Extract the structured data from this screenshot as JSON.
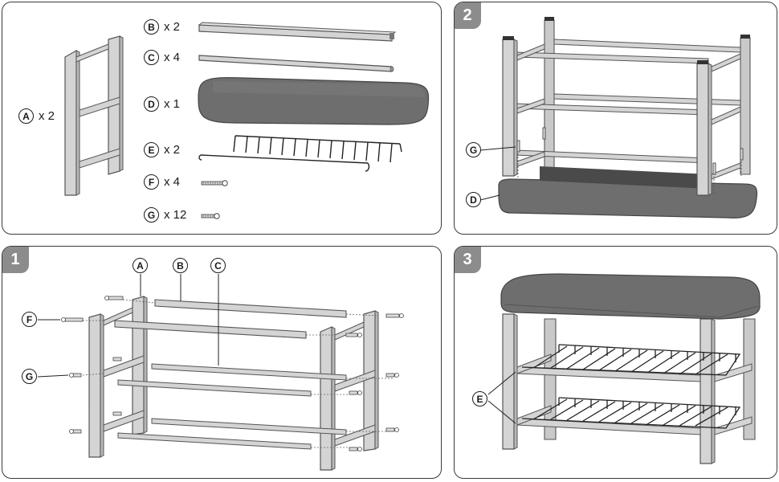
{
  "colors": {
    "frame": "#d4d4d4",
    "frame_dark": "#b8b8b8",
    "cushion": "#6e6e6e",
    "cushion_top": "#7a7a7a",
    "badge": "#8c8c8c",
    "wire": "#222222"
  },
  "parts_panel": {
    "parts": [
      {
        "letter": "A",
        "qty": "x 2"
      },
      {
        "letter": "B",
        "qty": "x 2"
      },
      {
        "letter": "C",
        "qty": "x 4"
      },
      {
        "letter": "D",
        "qty": "x 1"
      },
      {
        "letter": "E",
        "qty": "x 2"
      },
      {
        "letter": "F",
        "qty": "x 4"
      },
      {
        "letter": "G",
        "qty": "x 12"
      }
    ]
  },
  "step1": {
    "number": "1",
    "callouts": [
      "A",
      "B",
      "C",
      "F",
      "G"
    ]
  },
  "step2": {
    "number": "2",
    "callouts": [
      "G",
      "D"
    ]
  },
  "step3": {
    "number": "3",
    "callouts": [
      "E"
    ]
  }
}
